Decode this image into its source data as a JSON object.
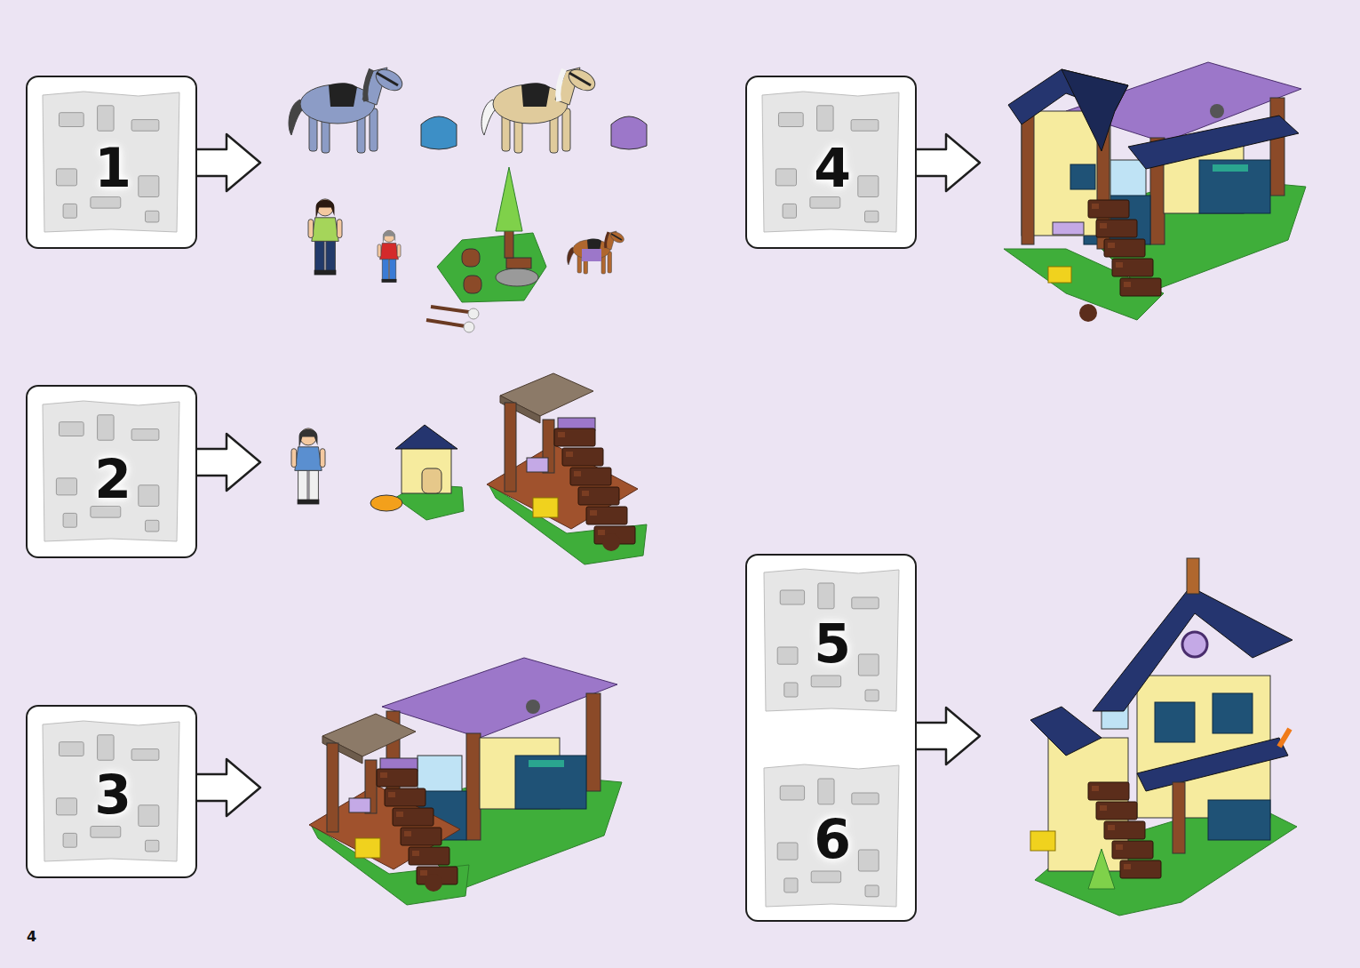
{
  "diagram": {
    "nodes": [
      {
        "text": [
          "1"
        ]
      },
      {
        "text": [
          "4"
        ]
      },
      {
        "text": [
          "2"
        ]
      },
      {
        "text": [
          "3"
        ]
      },
      {
        "text": [
          "5",
          "6"
        ]
      }
    ],
    "edges": [],
    "labels": [
      "4"
    ]
  }
}
